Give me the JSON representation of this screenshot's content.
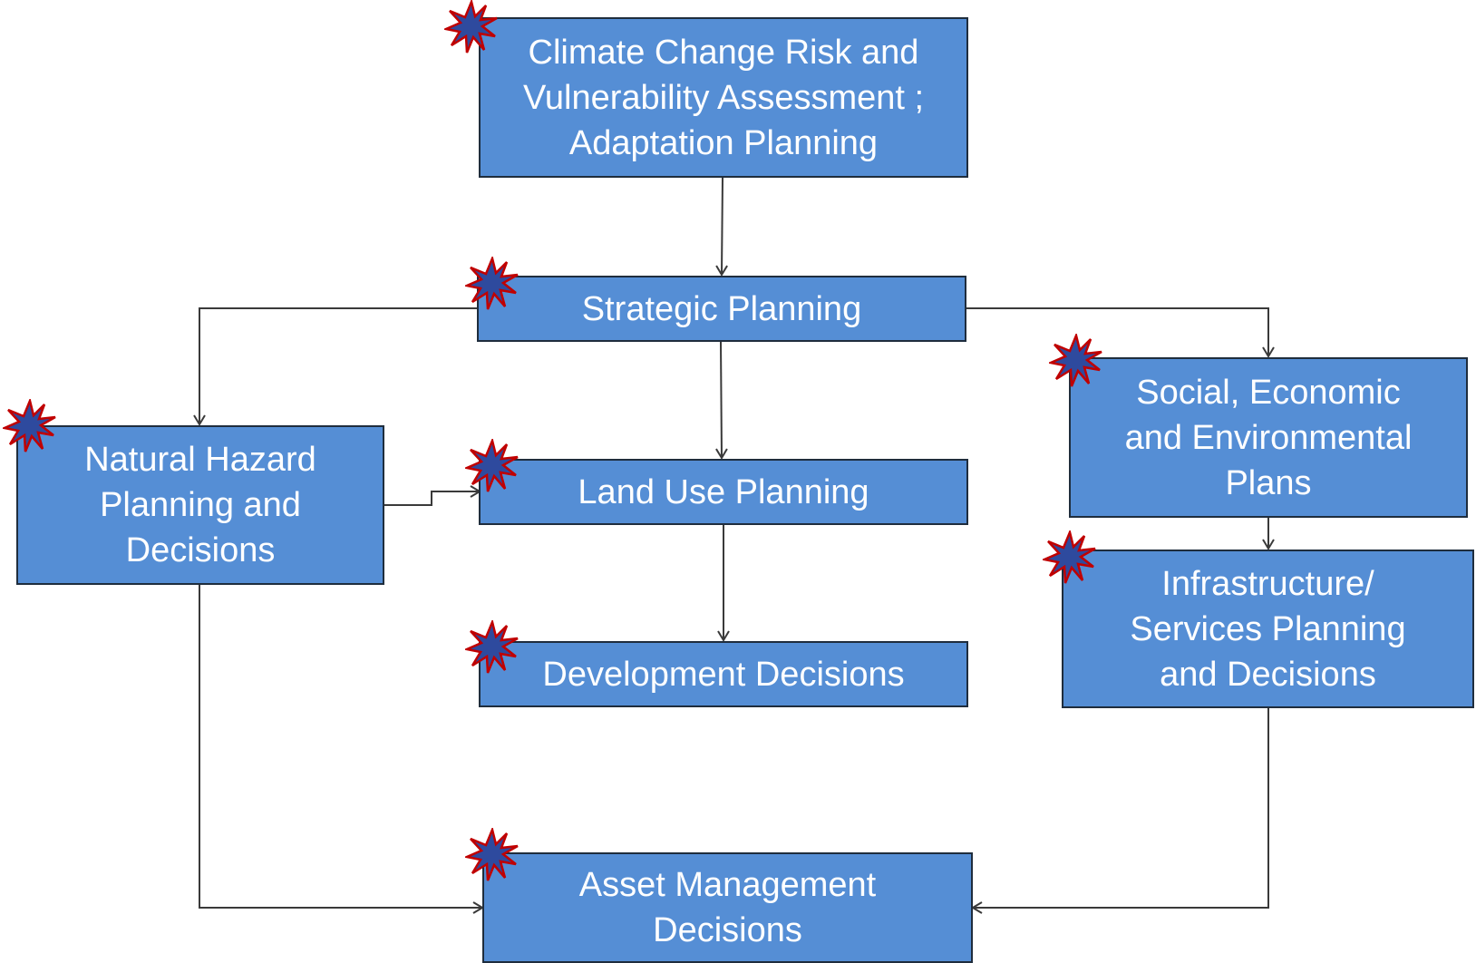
{
  "diagram": {
    "type": "flowchart",
    "nodes": [
      {
        "id": "climate",
        "label": "Climate Change Risk and\nVulnerability Assessment ;\nAdaptation Planning"
      },
      {
        "id": "strategic",
        "label": "Strategic Planning"
      },
      {
        "id": "natural",
        "label": "Natural Hazard\nPlanning  and\nDecisions"
      },
      {
        "id": "landuse",
        "label": "Land Use Planning"
      },
      {
        "id": "development",
        "label": "Development  Decisions"
      },
      {
        "id": "social",
        "label": "Social, Economic\nand Environmental\nPlans"
      },
      {
        "id": "infra",
        "label": "Infrastructure/\nServices Planning\nand Decisions"
      },
      {
        "id": "asset",
        "label": "Asset Management\nDecisions"
      }
    ],
    "edges": [
      {
        "from": "climate",
        "to": "strategic"
      },
      {
        "from": "strategic",
        "to": "natural"
      },
      {
        "from": "strategic",
        "to": "landuse"
      },
      {
        "from": "strategic",
        "to": "social"
      },
      {
        "from": "natural",
        "to": "landuse"
      },
      {
        "from": "landuse",
        "to": "development"
      },
      {
        "from": "social",
        "to": "infra"
      },
      {
        "from": "natural",
        "to": "asset"
      },
      {
        "from": "infra",
        "to": "asset"
      }
    ],
    "colors": {
      "box_fill": "#558ed5",
      "box_border": "#1f2d3d",
      "box_text": "#ffffff",
      "connector": "#3a3a3a",
      "burst_fill": "#2e4a9e",
      "burst_outline": "#c00000"
    },
    "marker_icon": "red-outlined-starburst-icon"
  }
}
